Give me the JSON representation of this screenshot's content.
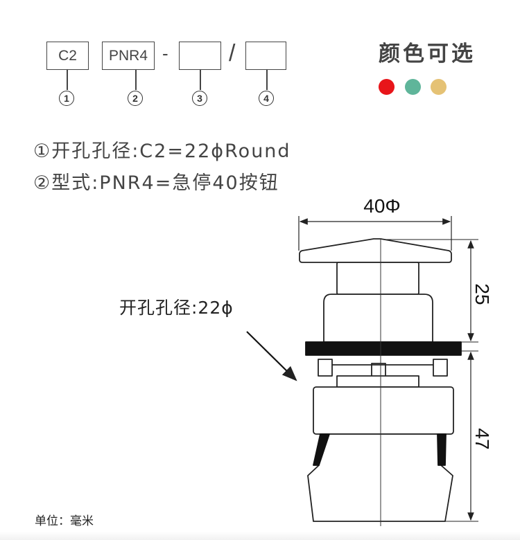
{
  "code": {
    "box1": "C2",
    "box2": "PNR4",
    "box3": "",
    "box4": "",
    "dash": "-",
    "slash": "/",
    "markers": [
      "①",
      "②",
      "③",
      "④"
    ]
  },
  "colors": {
    "title": "颜色可选",
    "swatches": [
      "#e8151a",
      "#5fb59a",
      "#e5c275"
    ]
  },
  "descriptions": [
    "①开孔孔径:C2=22ϕRound",
    "②型式:PNR4=急停40按钮"
  ],
  "diagram": {
    "width_label": "40Φ",
    "upper_height_label": "25",
    "lower_height_label": "47",
    "hole_label": "开孔孔径:22ϕ"
  },
  "unit_label": "单位：毫米"
}
